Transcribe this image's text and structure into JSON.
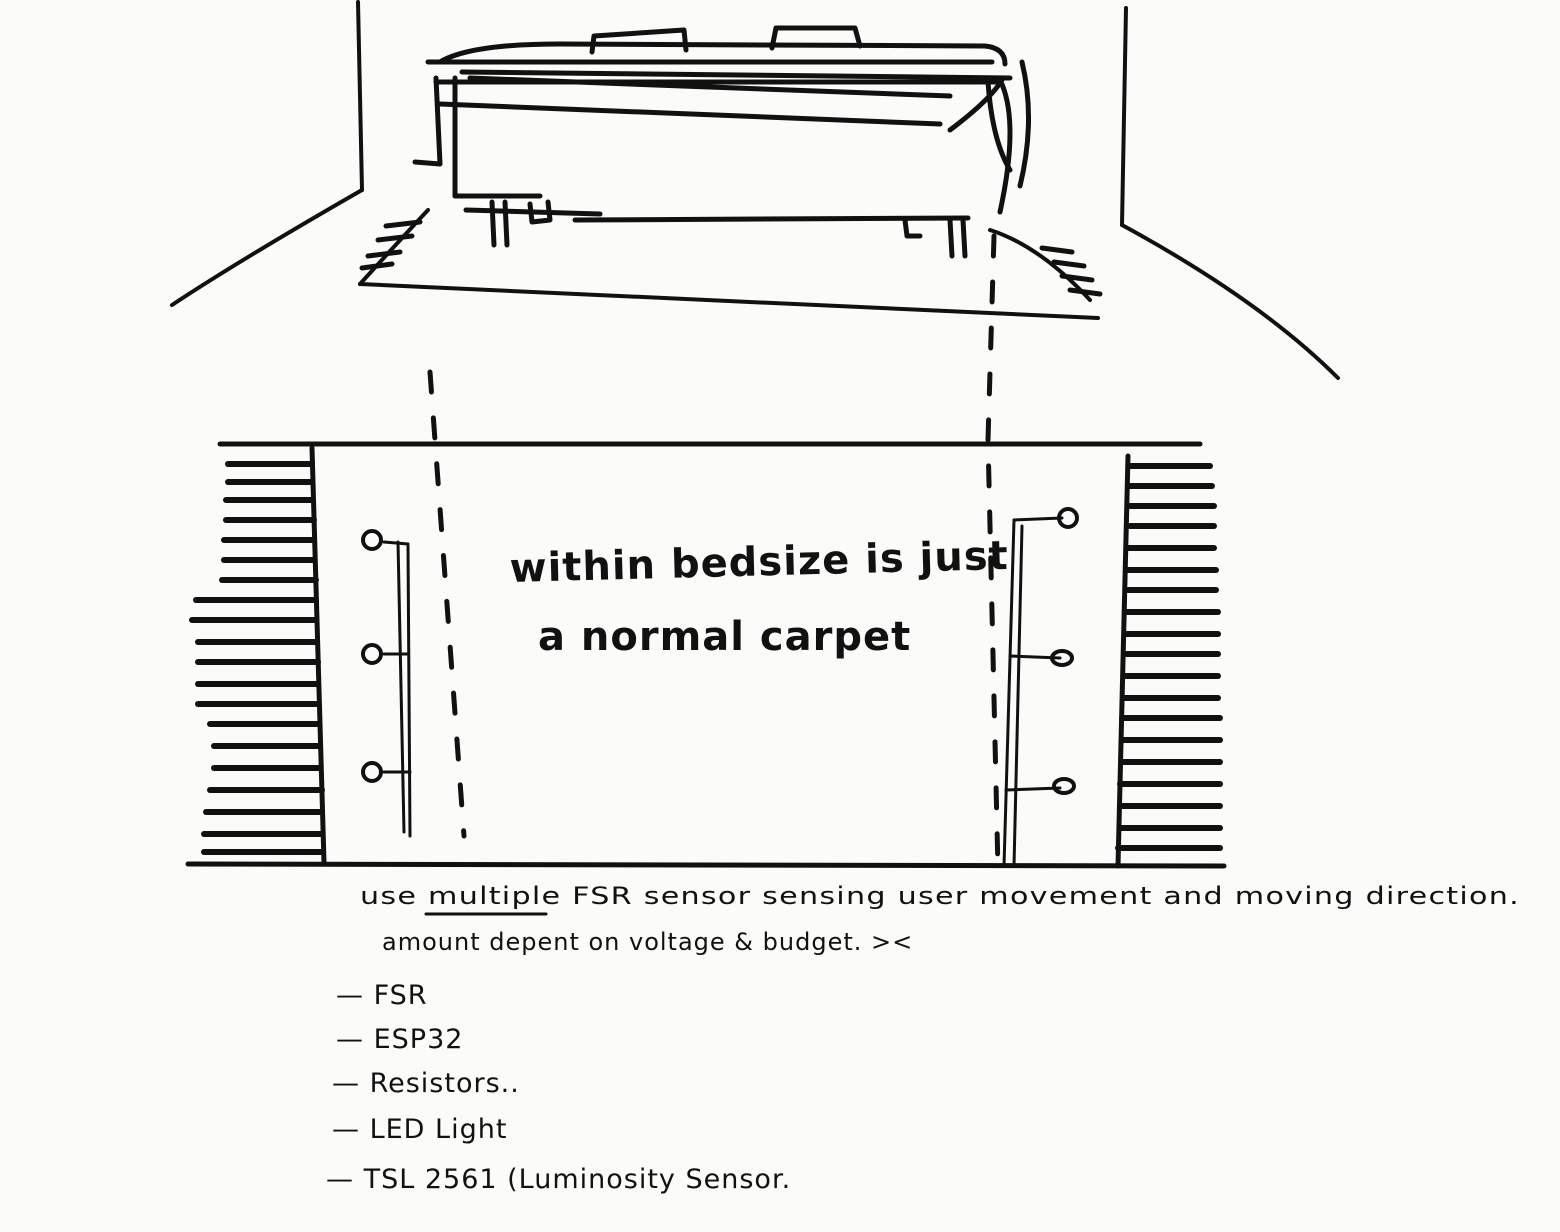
{
  "diagram": {
    "carpet_note": {
      "line1": "within bedsize is just",
      "line2": "a normal carpet"
    },
    "description": {
      "line1": "use multiple FSR sensor sensing user movement and moving direction.",
      "emphasis": "multiple",
      "line2": "amount depent on voltage & budget. ><"
    },
    "component_list": [
      {
        "label": "— FSR"
      },
      {
        "label": "— ESP32"
      },
      {
        "label": "— Resistors.."
      },
      {
        "label": "— LED Light"
      },
      {
        "label": "— TSL 2561 (Luminosity Sensor."
      }
    ]
  }
}
